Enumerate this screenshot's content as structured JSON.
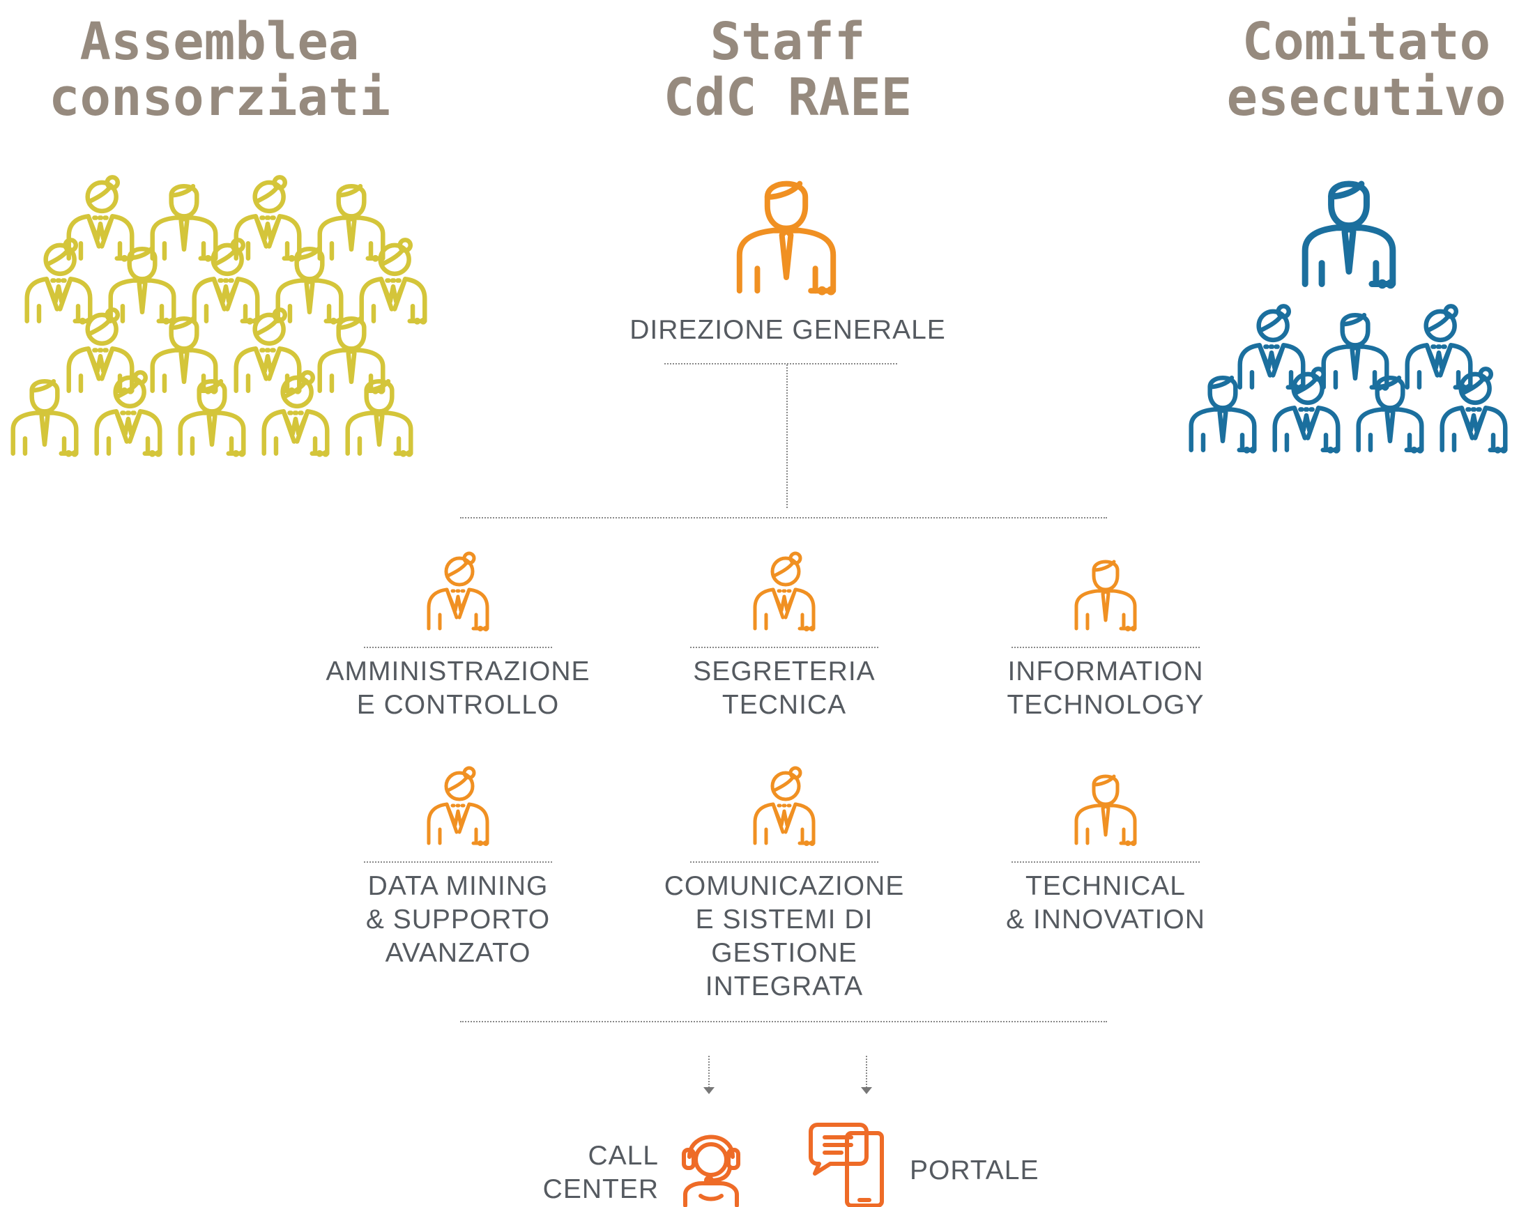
{
  "headings": {
    "left": "Assemblea\nconsorziati",
    "center": "Staff\nCdC RAEE",
    "right": "Comitato\nesecutivo"
  },
  "director": {
    "label": "DIREZIONE GENERALE"
  },
  "departments": [
    {
      "label": "AMMINISTRAZIONE\nE CONTROLLO",
      "icon": "woman-icon"
    },
    {
      "label": "SEGRETERIA\nTECNICA",
      "icon": "woman-icon"
    },
    {
      "label": "INFORMATION\nTECHNOLOGY",
      "icon": "man-icon"
    },
    {
      "label": "DATA MINING\n& SUPPORTO\nAVANZATO",
      "icon": "woman-icon"
    },
    {
      "label": "COMUNICAZIONE\nE SISTEMI DI GESTIONE\nINTEGRATA",
      "icon": "woman-icon"
    },
    {
      "label": "TECHNICAL\n& INNOVATION",
      "icon": "man-icon"
    }
  ],
  "channels": {
    "call_center": "CALL\nCENTER",
    "portale": "PORTALE"
  },
  "colors": {
    "heading": "#968a7e",
    "yellow": "#d4c53a",
    "orange": "#f09022",
    "blue": "#1b6f9e",
    "callcenter": "#ee6b27",
    "label": "#555a60"
  }
}
